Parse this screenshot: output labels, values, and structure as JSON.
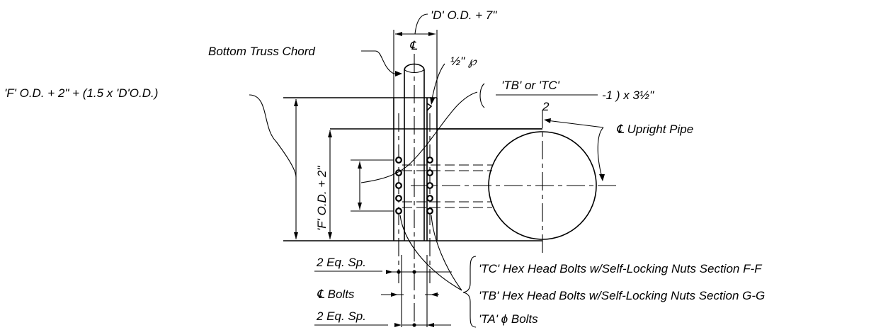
{
  "labels": {
    "d_od": "'D' O.D. + 7\"",
    "cl_top": "℄",
    "bottom_truss_chord": "Bottom Truss Chord",
    "half_plate": "½\" ℘",
    "f_formula": "'F' O.D. + 2\" + (1.5 x 'D'O.D.)",
    "frac_num": "'TB'  or  'TC'",
    "frac_den": "2",
    "frac_tail": "-1 ) x 3½\"",
    "cl_upright_pipe": "℄  Upright Pipe",
    "f_od_vertical": "'F' O.D. + 2\"",
    "eq_sp_top": "2  Eq. Sp.",
    "cl_bolts": "℄  Bolts",
    "eq_sp_bottom": "2  Eq. Sp.",
    "note_tc": "'TC'  Hex Head Bolts w/Self-Locking Nuts Section F-F",
    "note_tb": "'TB'  Hex Head Bolts w/Self-Locking Nuts Section G-G",
    "note_ta": "'TA'  ϕ  Bolts"
  }
}
